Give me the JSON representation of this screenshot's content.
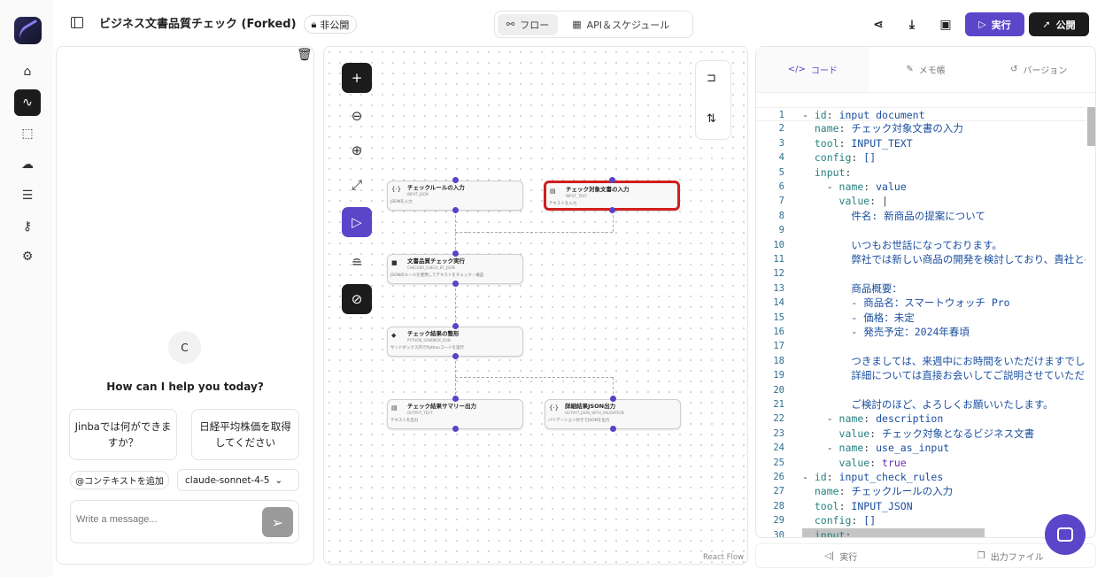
{
  "header": {
    "title": "ビジネス文書品質チェック (Forked)",
    "visibility": "非公開",
    "tabs": [
      {
        "label": "フロー",
        "icon": "flow-icon"
      },
      {
        "label": "API＆スケジュール",
        "icon": "calendar-icon"
      }
    ],
    "run": "実行",
    "publish": "公開"
  },
  "chat": {
    "avatar": "C",
    "greeting": "How can I help you today?",
    "suggestions": [
      "Jinbaでは何ができますか？",
      "日経平均株価を取得してください"
    ],
    "add_context": "@コンテキストを追加",
    "model": "claude-sonnet-4-5",
    "placeholder": "Write a message..."
  },
  "flow": {
    "attribution": "React Flow",
    "nodes": [
      {
        "title": "チェックルールの入力",
        "tool": "INPUT_JSON",
        "desc": "JSONを入力",
        "icon": "{·}"
      },
      {
        "title": "チェック対象文書の入力",
        "tool": "INPUT_TEXT",
        "desc": "テキストを入力",
        "icon": "▤"
      },
      {
        "title": "文書品質チェック実行",
        "tool": "CHECKER_CHECK_BY_JSON",
        "desc": "JSONのルールを使用してテキストをチェック・検証",
        "icon": "■"
      },
      {
        "title": "チェック結果の整形",
        "tool": "PYTHON_SANDBOX_RUN",
        "desc": "サンドボックス内でPythonコードを実行",
        "icon": "◆"
      },
      {
        "title": "チェック結果サマリー出力",
        "tool": "OUTPUT_TEXT",
        "desc": "テキストを出力",
        "icon": "▤"
      },
      {
        "title": "詳細結果JSON出力",
        "tool": "OUTPUT_JSON_WITH_VALIDATION",
        "desc": "バリデーション付きでJSONを出力",
        "icon": "{·}"
      }
    ]
  },
  "editor": {
    "tabs": [
      "コード",
      "メモ帳",
      "バージョン"
    ],
    "bottom": [
      "実行",
      "出力ファイル"
    ],
    "lines": [
      [
        "- ",
        "id",
        "input_document",
        "v"
      ],
      [
        "  ",
        "name",
        "チェック対象文書の入力",
        "v"
      ],
      [
        "  ",
        "tool",
        "INPUT_TEXT",
        "v"
      ],
      [
        "  ",
        "config",
        "[]",
        "v"
      ],
      [
        "  ",
        "input",
        "",
        ""
      ],
      [
        "    - ",
        "name",
        "value",
        "v"
      ],
      [
        "      ",
        "value",
        "|",
        "p"
      ],
      [
        "        ",
        "",
        "件名: 新商品の提案について",
        "v"
      ],
      [
        "",
        "",
        "",
        ""
      ],
      [
        "        ",
        "",
        "いつもお世話になっております。",
        "v"
      ],
      [
        "        ",
        "",
        "弊社では新しい商品の開発を検討しており、貴社との",
        "v"
      ],
      [
        "",
        "",
        "",
        ""
      ],
      [
        "        ",
        "",
        "商品概要：",
        "v"
      ],
      [
        "        ",
        "",
        "- 商品名：スマートウォッチ Pro",
        "v"
      ],
      [
        "        ",
        "",
        "- 価格：未定",
        "v"
      ],
      [
        "        ",
        "",
        "- 発売予定：2024年春頃",
        "v"
      ],
      [
        "",
        "",
        "",
        ""
      ],
      [
        "        ",
        "",
        "つきましては、来週中にお時間をいただけますでし",
        "v"
      ],
      [
        "        ",
        "",
        "詳細については直接お会いしてご説明させていただ",
        "v"
      ],
      [
        "",
        "",
        "",
        ""
      ],
      [
        "        ",
        "",
        "ご検討のほど、よろしくお願いいたします。",
        "v"
      ],
      [
        "    - ",
        "name",
        "description",
        "v"
      ],
      [
        "      ",
        "value",
        "チェック対象となるビジネス文書",
        "v"
      ],
      [
        "    - ",
        "name",
        "use_as_input",
        "v"
      ],
      [
        "      ",
        "value",
        "true",
        "b"
      ],
      [
        "- ",
        "id",
        "input_check_rules",
        "v"
      ],
      [
        "  ",
        "name",
        "チェックルールの入力",
        "v"
      ],
      [
        "  ",
        "tool",
        "INPUT_JSON",
        "v"
      ],
      [
        "  ",
        "config",
        "[]",
        "v"
      ],
      [
        "  ",
        "input",
        "",
        ""
      ]
    ]
  },
  "colors": {
    "accent": "#5b45c9",
    "selected": "#d11f1f"
  }
}
